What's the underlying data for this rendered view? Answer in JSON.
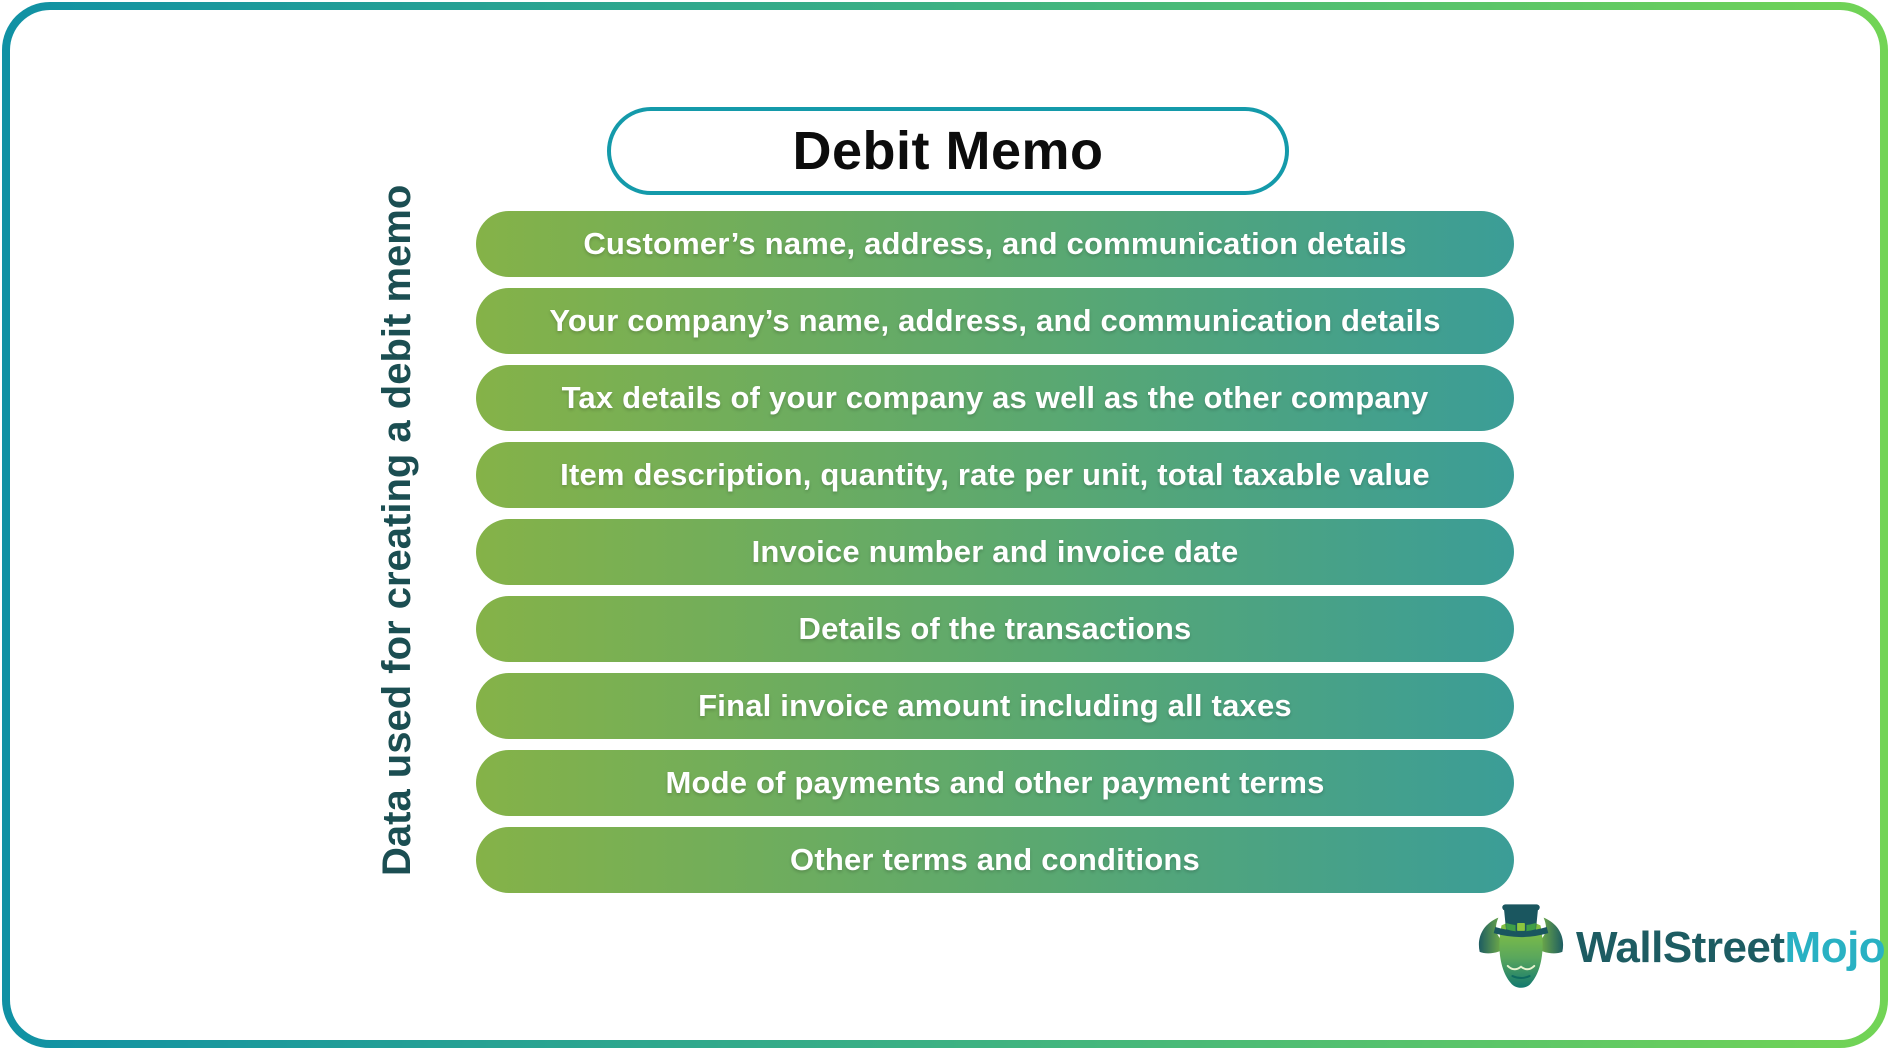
{
  "header": {
    "title": "Debit Memo"
  },
  "side_label": "Data used for creating a debit memo",
  "list": {
    "items": [
      "Customer’s name, address, and communication details",
      "Your company’s name, address, and communication details",
      "Tax details of your company as well as the other company",
      "Item description, quantity, rate per unit, total taxable value",
      "Invoice number and invoice date",
      "Details of the transactions",
      "Final invoice amount including all taxes",
      "Mode of payments and other payment terms",
      "Other terms and conditions"
    ]
  },
  "logo": {
    "icon": "bull-wearing-top-hat-icon",
    "brand_part1": "WallStreet",
    "brand_part2": "Mojo"
  },
  "colors": {
    "frame_gradient_left": "#1091a4",
    "frame_gradient_right": "#72d455",
    "bar_gradient_left": "#85b248",
    "bar_gradient_right": "#3b9d97",
    "title_border": "#149aaa",
    "title_text": "#0c0c0c",
    "side_label_text": "#1b4e52",
    "bar_text": "#ffffff",
    "brand_primary": "#1d5c62",
    "brand_secondary": "#29b1c3"
  }
}
